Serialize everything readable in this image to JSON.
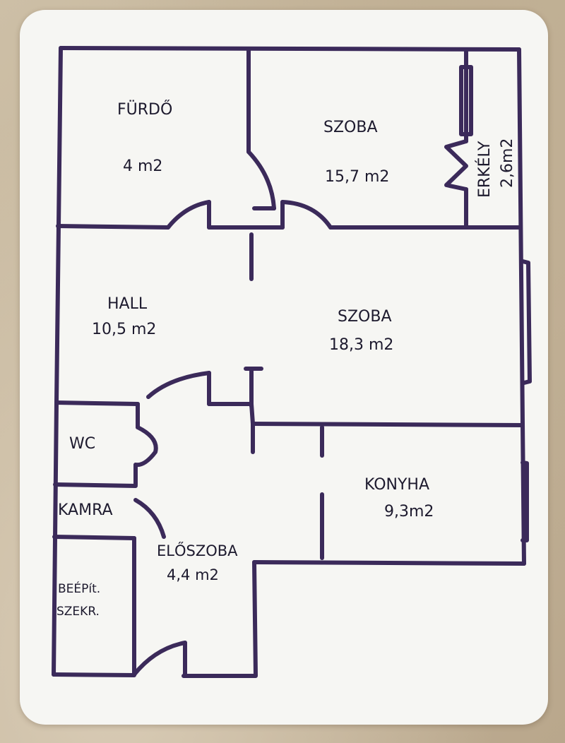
{
  "colors": {
    "ink": "#3b2a5a",
    "label": "#1d1a2e",
    "card": "#f6f6f3",
    "background": "#c8b79e"
  },
  "rooms": {
    "furdo": {
      "name": "FÜRDŐ",
      "area": "4 m2"
    },
    "szoba1": {
      "name": "SZOBA",
      "area": "15,7 m2"
    },
    "erkely": {
      "name": "ERKÉLY",
      "area": "2,6m2"
    },
    "hall": {
      "name": "HALL",
      "area": "10,5 m2"
    },
    "szoba2": {
      "name": "SZOBA",
      "area": "18,3 m2"
    },
    "wc": {
      "name": "WC"
    },
    "kamra": {
      "name": "KAMRA"
    },
    "konyha": {
      "name": "KONYHA",
      "area": "9,3m2"
    },
    "eloszoba": {
      "name": "ELŐSZOBA",
      "area": "4,4 m2"
    },
    "szekreny": {
      "name_line1": "BEÉPít.",
      "name_line2": "SZEKR."
    }
  }
}
